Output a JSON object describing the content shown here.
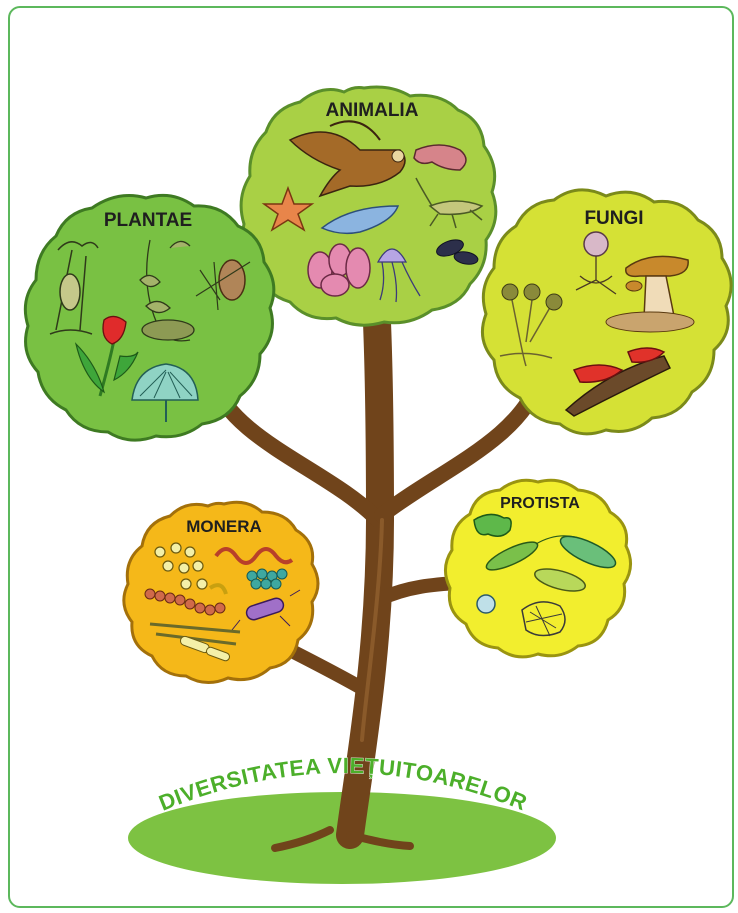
{
  "title": "DIVERSITATEA VIEȚUITOARELOR",
  "kingdoms": {
    "animalia": {
      "label": "ANIMALIA",
      "fill": "#a9d045",
      "examples": [
        "eagle-icon",
        "earthworm-icon",
        "starfish-icon",
        "grasshopper-icon",
        "sea-slug-icon",
        "sponge-icon",
        "jellyfish-icon",
        "mussel-icon"
      ]
    },
    "plantae": {
      "label": "PLANTAE",
      "fill": "#79c143",
      "examples": [
        "moss-icon",
        "fern-icon",
        "pine-cone-icon",
        "tulip-icon",
        "ginkgo-icon"
      ]
    },
    "fungi": {
      "label": "FUNGI",
      "fill": "#d5e135",
      "examples": [
        "mold-icon",
        "bread-mold-icon",
        "bolete-mushroom-icon",
        "bracket-fungus-icon"
      ]
    },
    "monera": {
      "label": "MONERA",
      "fill": "#f5b819",
      "examples": [
        "cocci-icon",
        "spirillum-icon",
        "streptococcus-icon",
        "bacillus-icon"
      ]
    },
    "protista": {
      "label": "PROTISTA",
      "fill": "#f2ee2e",
      "examples": [
        "amoeba-icon",
        "euglena-icon",
        "paramecium-icon",
        "diatom-icon"
      ]
    }
  },
  "colors": {
    "trunk": "#70441b",
    "trunk_light": "#8a5a2a",
    "ground": "#7dc242",
    "title_green": "#4caf2a",
    "frame": "#5cb85c"
  }
}
